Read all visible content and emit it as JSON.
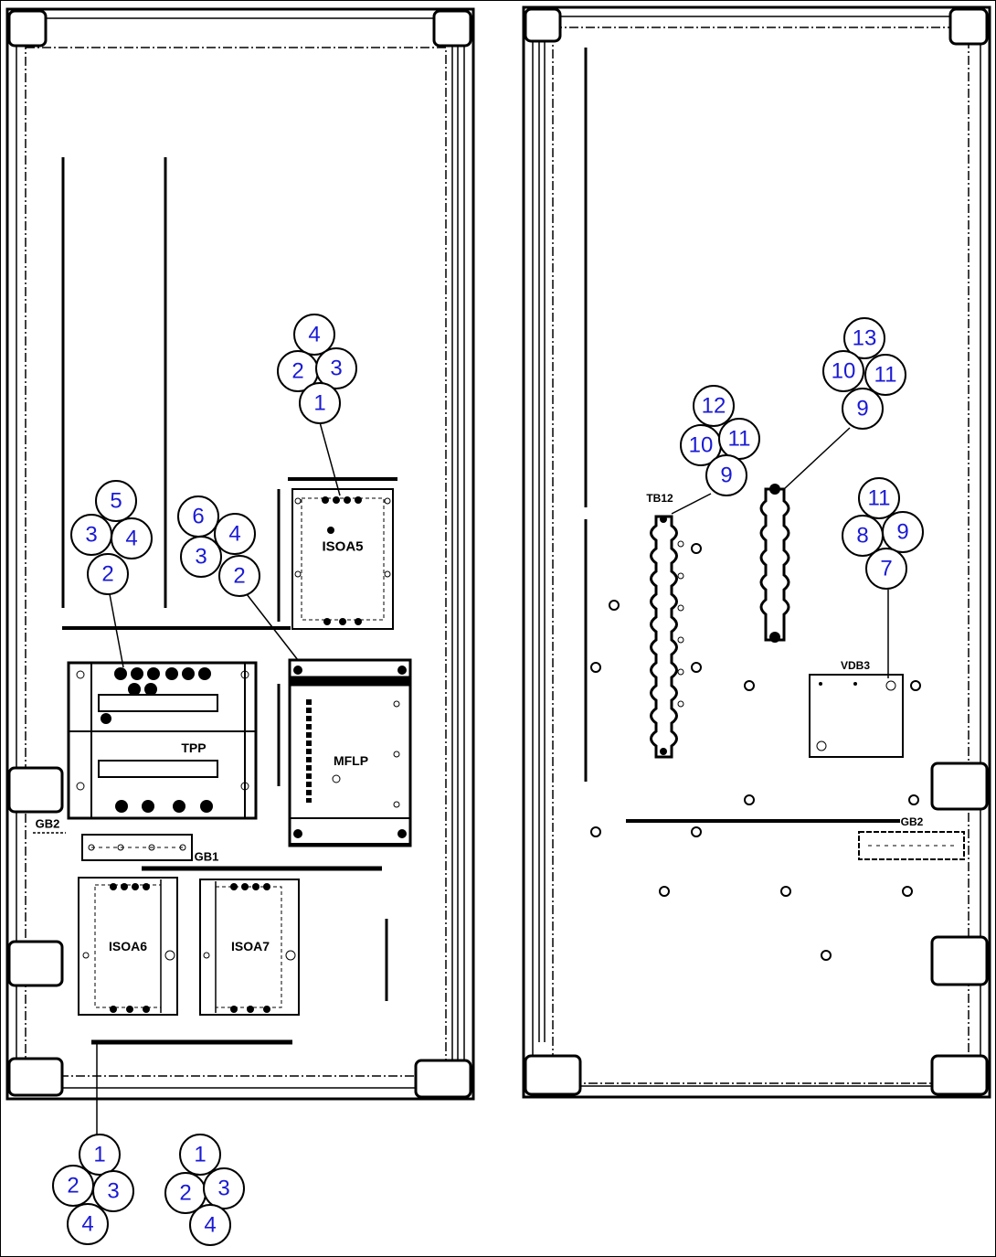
{
  "diagram": {
    "left_panel": {
      "components": {
        "isoa5": "ISOA5",
        "tpp": "TPP",
        "mflp": "MFLP",
        "isoa6": "ISOA6",
        "isoa7": "ISOA7",
        "gb1": "GB1",
        "gb2": "GB2"
      },
      "callouts": {
        "isoa5": [
          "4",
          "2",
          "3",
          "1"
        ],
        "tpp": [
          "5",
          "3",
          "4",
          "2"
        ],
        "mflp": [
          "6",
          "4",
          "3",
          "2"
        ],
        "isoa6": [
          "1",
          "2",
          "3",
          "4"
        ],
        "isoa7": [
          "1",
          "2",
          "3",
          "4"
        ]
      }
    },
    "right_panel": {
      "components": {
        "tb12": "TB12",
        "vdb3": "VDB3",
        "gb2": "GB2"
      },
      "callouts": {
        "tb12": [
          "12",
          "10",
          "11",
          "9"
        ],
        "terminal": [
          "13",
          "10",
          "11",
          "9"
        ],
        "vdb3": [
          "11",
          "8",
          "9",
          "7"
        ]
      }
    }
  }
}
